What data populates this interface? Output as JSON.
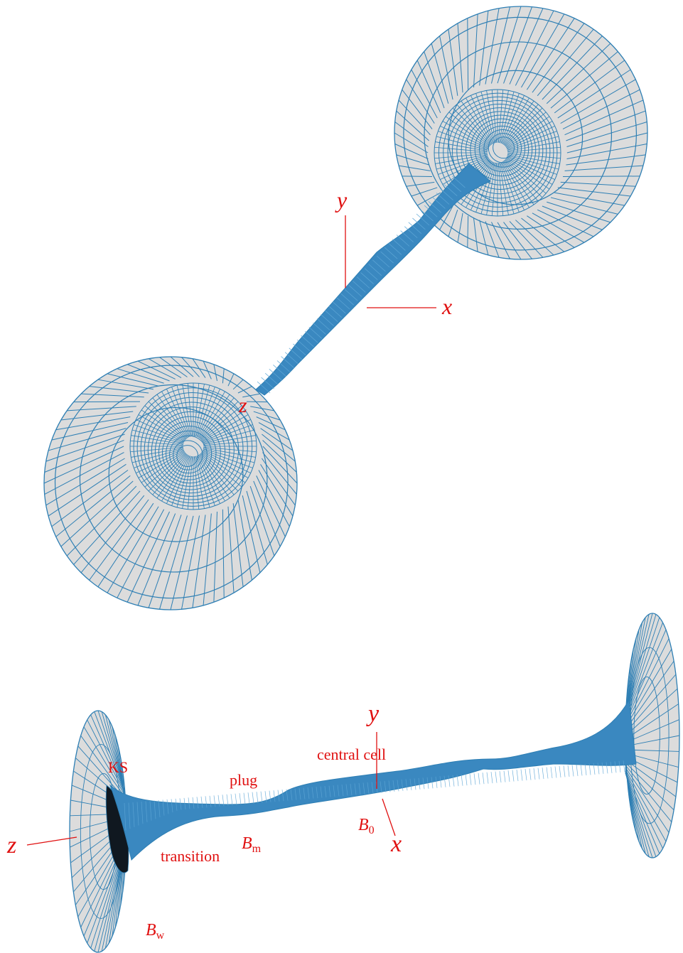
{
  "colors": {
    "mesh": "#2e7fb4",
    "fill": "#dcdcdc",
    "neck_fill": "#3a88c0",
    "labels": "#e01010",
    "dark_fill": "#101820"
  },
  "top_view": {
    "axis_x": "x",
    "axis_y": "y",
    "axis_z": "z"
  },
  "side_view": {
    "axis_x": "x",
    "axis_y": "y",
    "axis_z": "z",
    "label_ks": "KS",
    "label_plug": "plug",
    "label_central_cell": "central cell",
    "label_transition": "transition",
    "b0_base": "B",
    "b0_sub": "0",
    "bm_base": "B",
    "bm_sub": "m",
    "bw_base": "B",
    "bw_sub": "w"
  }
}
